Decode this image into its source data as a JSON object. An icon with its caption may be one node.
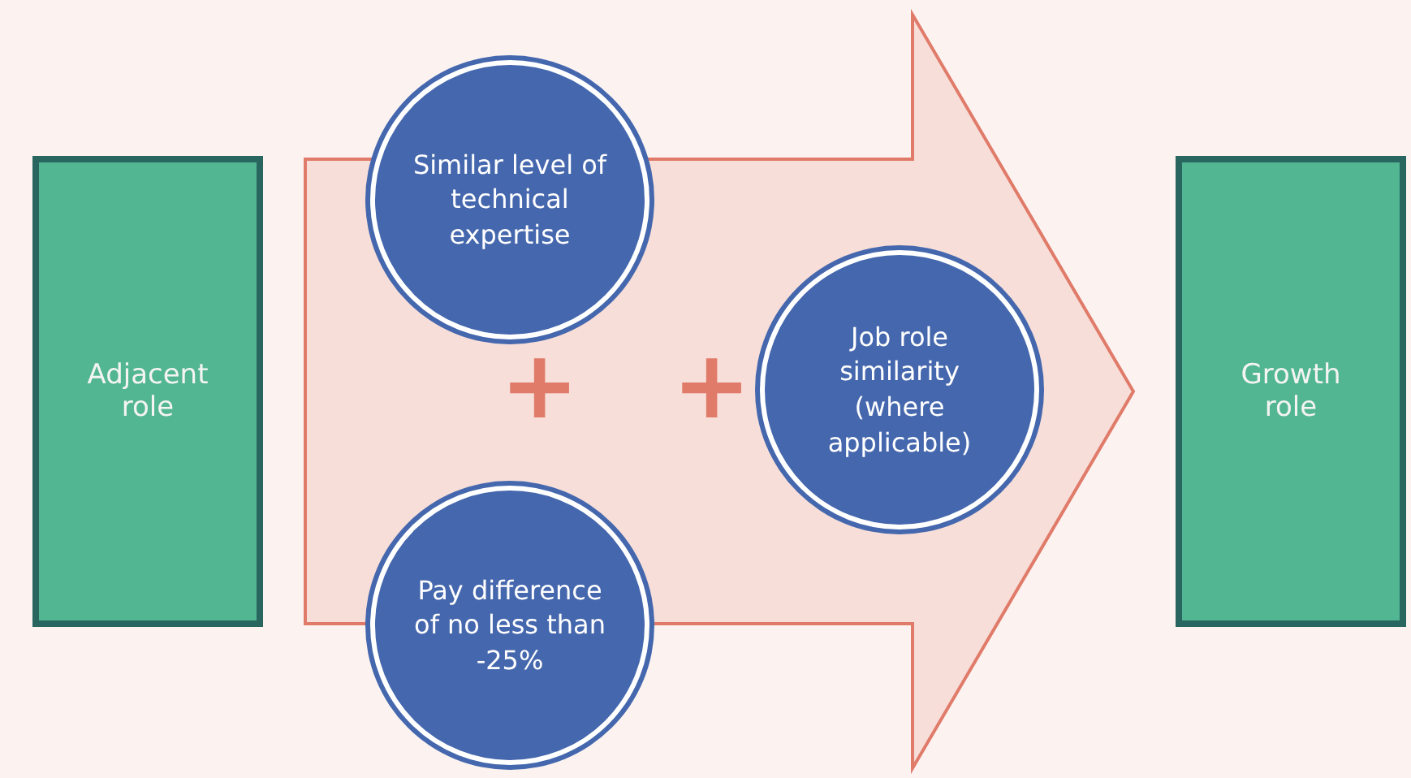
{
  "diagram": {
    "nodes": [
      {
        "text": [
          "Adjacent role"
        ]
      },
      {
        "text": [
          "Similar level of technical expertise"
        ]
      },
      {
        "text": [
          "Pay difference of no less than -25%"
        ]
      },
      {
        "text": [
          "Job role similarity (where applicable)"
        ]
      },
      {
        "text": [
          "Growth role"
        ]
      }
    ],
    "edges": [
      {
        "from": 0,
        "to": 4,
        "arrow": "to"
      }
    ],
    "labels": [
      "+",
      "+"
    ]
  }
}
